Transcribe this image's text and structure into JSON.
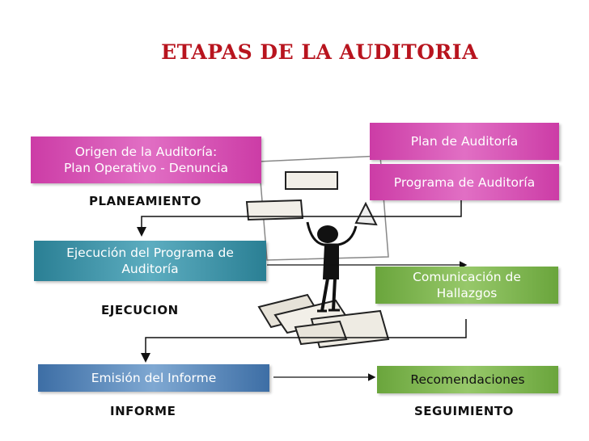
{
  "title": "ETAPAS DE LA AUDITORIA",
  "boxes": {
    "origen": "Origen de la Auditoría:\nPlan Operativo - Denuncia",
    "plan": "Plan de Auditoría",
    "programa": "Programa de Auditoría",
    "ejecucion": "Ejecución del Programa de\nAuditoría",
    "comunicacion": "Comunicación de\nHallazgos",
    "emision": "Emisión del Informe",
    "recomendaciones": "Recomendaciones"
  },
  "stages": {
    "planeamiento": "PLANEAMIENTO",
    "ejecucion": "EJECUCION",
    "informe": "INFORME",
    "seguimiento": "SEGUIMIENTO"
  },
  "colors": {
    "title": "#b8141e",
    "planeamiento_boxes": "#d852b6",
    "ejecucion_box": "#3f92a8",
    "comunicacion_box": "#7cb850",
    "informe_box": "#5a8cc0",
    "recomendaciones_box": "#6aa53c"
  },
  "icons": [
    "stick-figure-clipart"
  ]
}
